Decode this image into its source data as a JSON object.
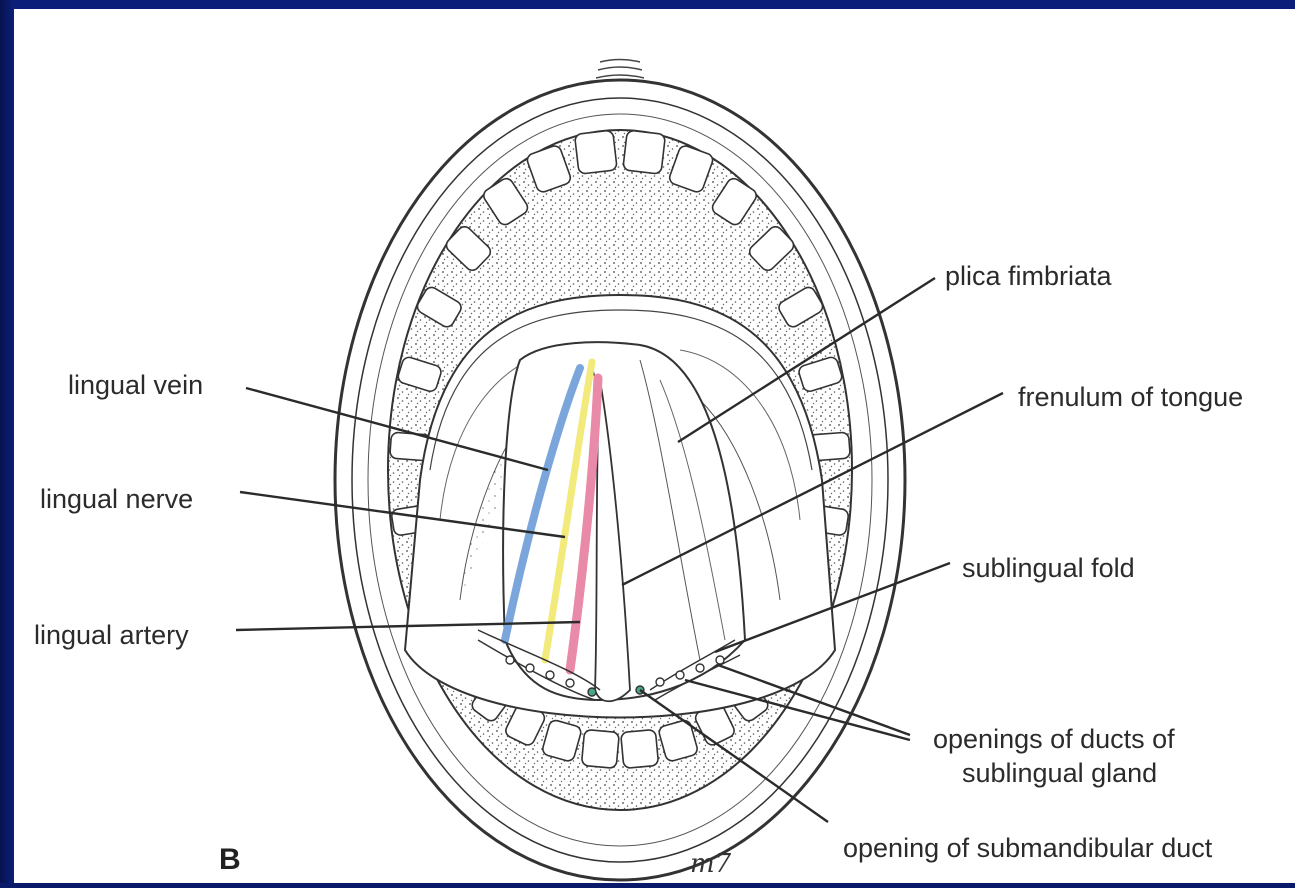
{
  "figure": {
    "letter": "B",
    "signature": "m7"
  },
  "labels": {
    "plica_fimbriata": "plica fimbriata",
    "frenulum_of_tongue": "frenulum of tongue",
    "sublingual_fold": "sublingual fold",
    "openings_of_ducts_line1": "openings of ducts of",
    "openings_of_ducts_line2": "sublingual gland",
    "opening_of_submandibular_duct": "opening of submandibular duct",
    "lingual_vein": "lingual vein",
    "lingual_nerve": "lingual nerve",
    "lingual_artery": "lingual artery"
  },
  "colors": {
    "slide_border": "#0b1f7a",
    "vein": "#7aa6dc",
    "nerve": "#f2ea7a",
    "artery": "#e98aa8",
    "duct_openings": "#4aa58a"
  }
}
